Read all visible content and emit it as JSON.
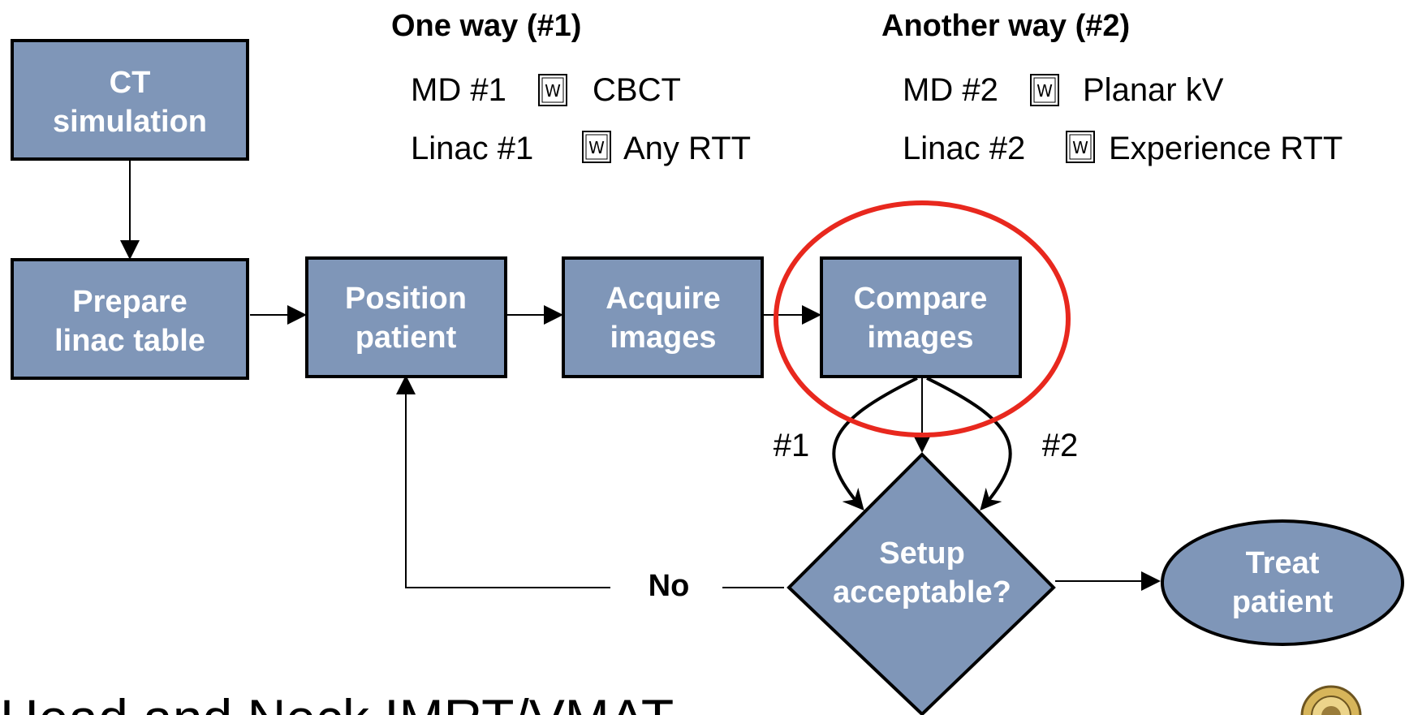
{
  "colors": {
    "node_fill": "#7f96b8",
    "node_text": "#ffffff",
    "highlight_ring": "#e8281e"
  },
  "nodes": {
    "ct_simulation": {
      "line1": "CT",
      "line2": "simulation"
    },
    "prepare_table": {
      "line1": "Prepare",
      "line2": "linac table"
    },
    "position_patient": {
      "line1": "Position",
      "line2": "patient"
    },
    "acquire_images": {
      "line1": "Acquire",
      "line2": "images"
    },
    "compare_images": {
      "line1": "Compare",
      "line2": "images"
    },
    "setup_acceptable": {
      "line1": "Setup",
      "line2": "acceptable?"
    },
    "treat_patient": {
      "line1": "Treat",
      "line2": "patient"
    }
  },
  "labels": {
    "no": "No",
    "path1": "#1",
    "path2": "#2"
  },
  "ways": {
    "one": {
      "heading": "One way (#1)",
      "row1": {
        "left": "MD #1",
        "right": "CBCT"
      },
      "row2": {
        "left": "Linac #1",
        "right": "Any RTT"
      }
    },
    "another": {
      "heading": "Another way (#2)",
      "row1": {
        "left": "MD #2",
        "right": "Planar kV"
      },
      "row2": {
        "left": "Linac #2",
        "right": "Experience RTT"
      }
    }
  },
  "icons": {
    "pairing": "stamp-icon",
    "seal": "seal-icon"
  },
  "footer": {
    "title": "Head and Neck IMRT/VMAT"
  }
}
